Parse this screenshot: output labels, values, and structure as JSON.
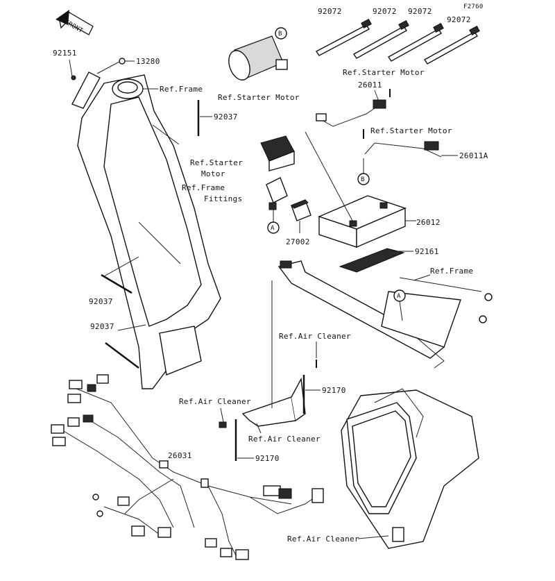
{
  "figure_code": "F2760",
  "front_label": "FRONT",
  "callouts": {
    "p92072": "92072",
    "ref_starter_motor": "Ref.Starter Motor",
    "p26011": "26011",
    "p26011A": "26011A",
    "p92151": "92151",
    "p13280": "13280",
    "ref_frame": "Ref.Frame",
    "p92037": "92037",
    "ref_starter_motor_a": "Ref.Starter",
    "ref_starter_motor_b": "Motor",
    "ref_frame_fittings_a": "Ref.Frame",
    "ref_frame_fittings_b": "Fittings",
    "p27002": "27002",
    "p26012": "26012",
    "p92161": "92161",
    "ref_air_cleaner": "Ref.Air Cleaner",
    "p92170": "92170",
    "p26031": "26031"
  },
  "markers": {
    "a": "A",
    "b": "B"
  }
}
